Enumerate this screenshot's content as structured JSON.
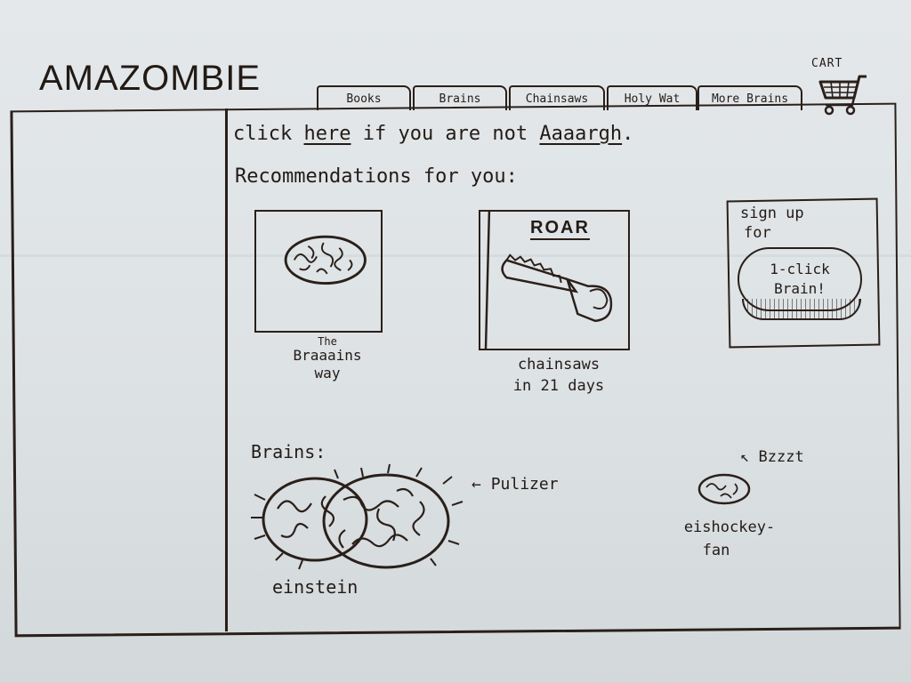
{
  "header": {
    "logo": "AMAZOMBIE",
    "tabs": [
      "Books",
      "Brains",
      "Chainsaws",
      "Holy Wat",
      "More Brains"
    ],
    "cart_label": "CART"
  },
  "main": {
    "notice": {
      "prefix": "click",
      "link": "here",
      "middle": "if you are not",
      "username": "Aaaargh",
      "suffix": "."
    },
    "recommendations_heading": "Recommendations for you:",
    "recommendations": [
      {
        "caption_line1": "The",
        "caption_line2": "Braaains",
        "caption_line3": "way"
      },
      {
        "label": "ROAR",
        "caption_line1": "chainsaws",
        "caption_line2": "in 21 days"
      },
      {
        "line1": "sign up",
        "line2": "for",
        "badge_line1": "1-click",
        "badge_line2": "Brain!"
      }
    ],
    "brains_heading": "Brains:",
    "brains": [
      {
        "name": "einstein",
        "tag": "Pulizer"
      },
      {
        "name_line1": "eishockey-",
        "name_line2": "fan",
        "tag": "Bzzzt"
      }
    ]
  }
}
